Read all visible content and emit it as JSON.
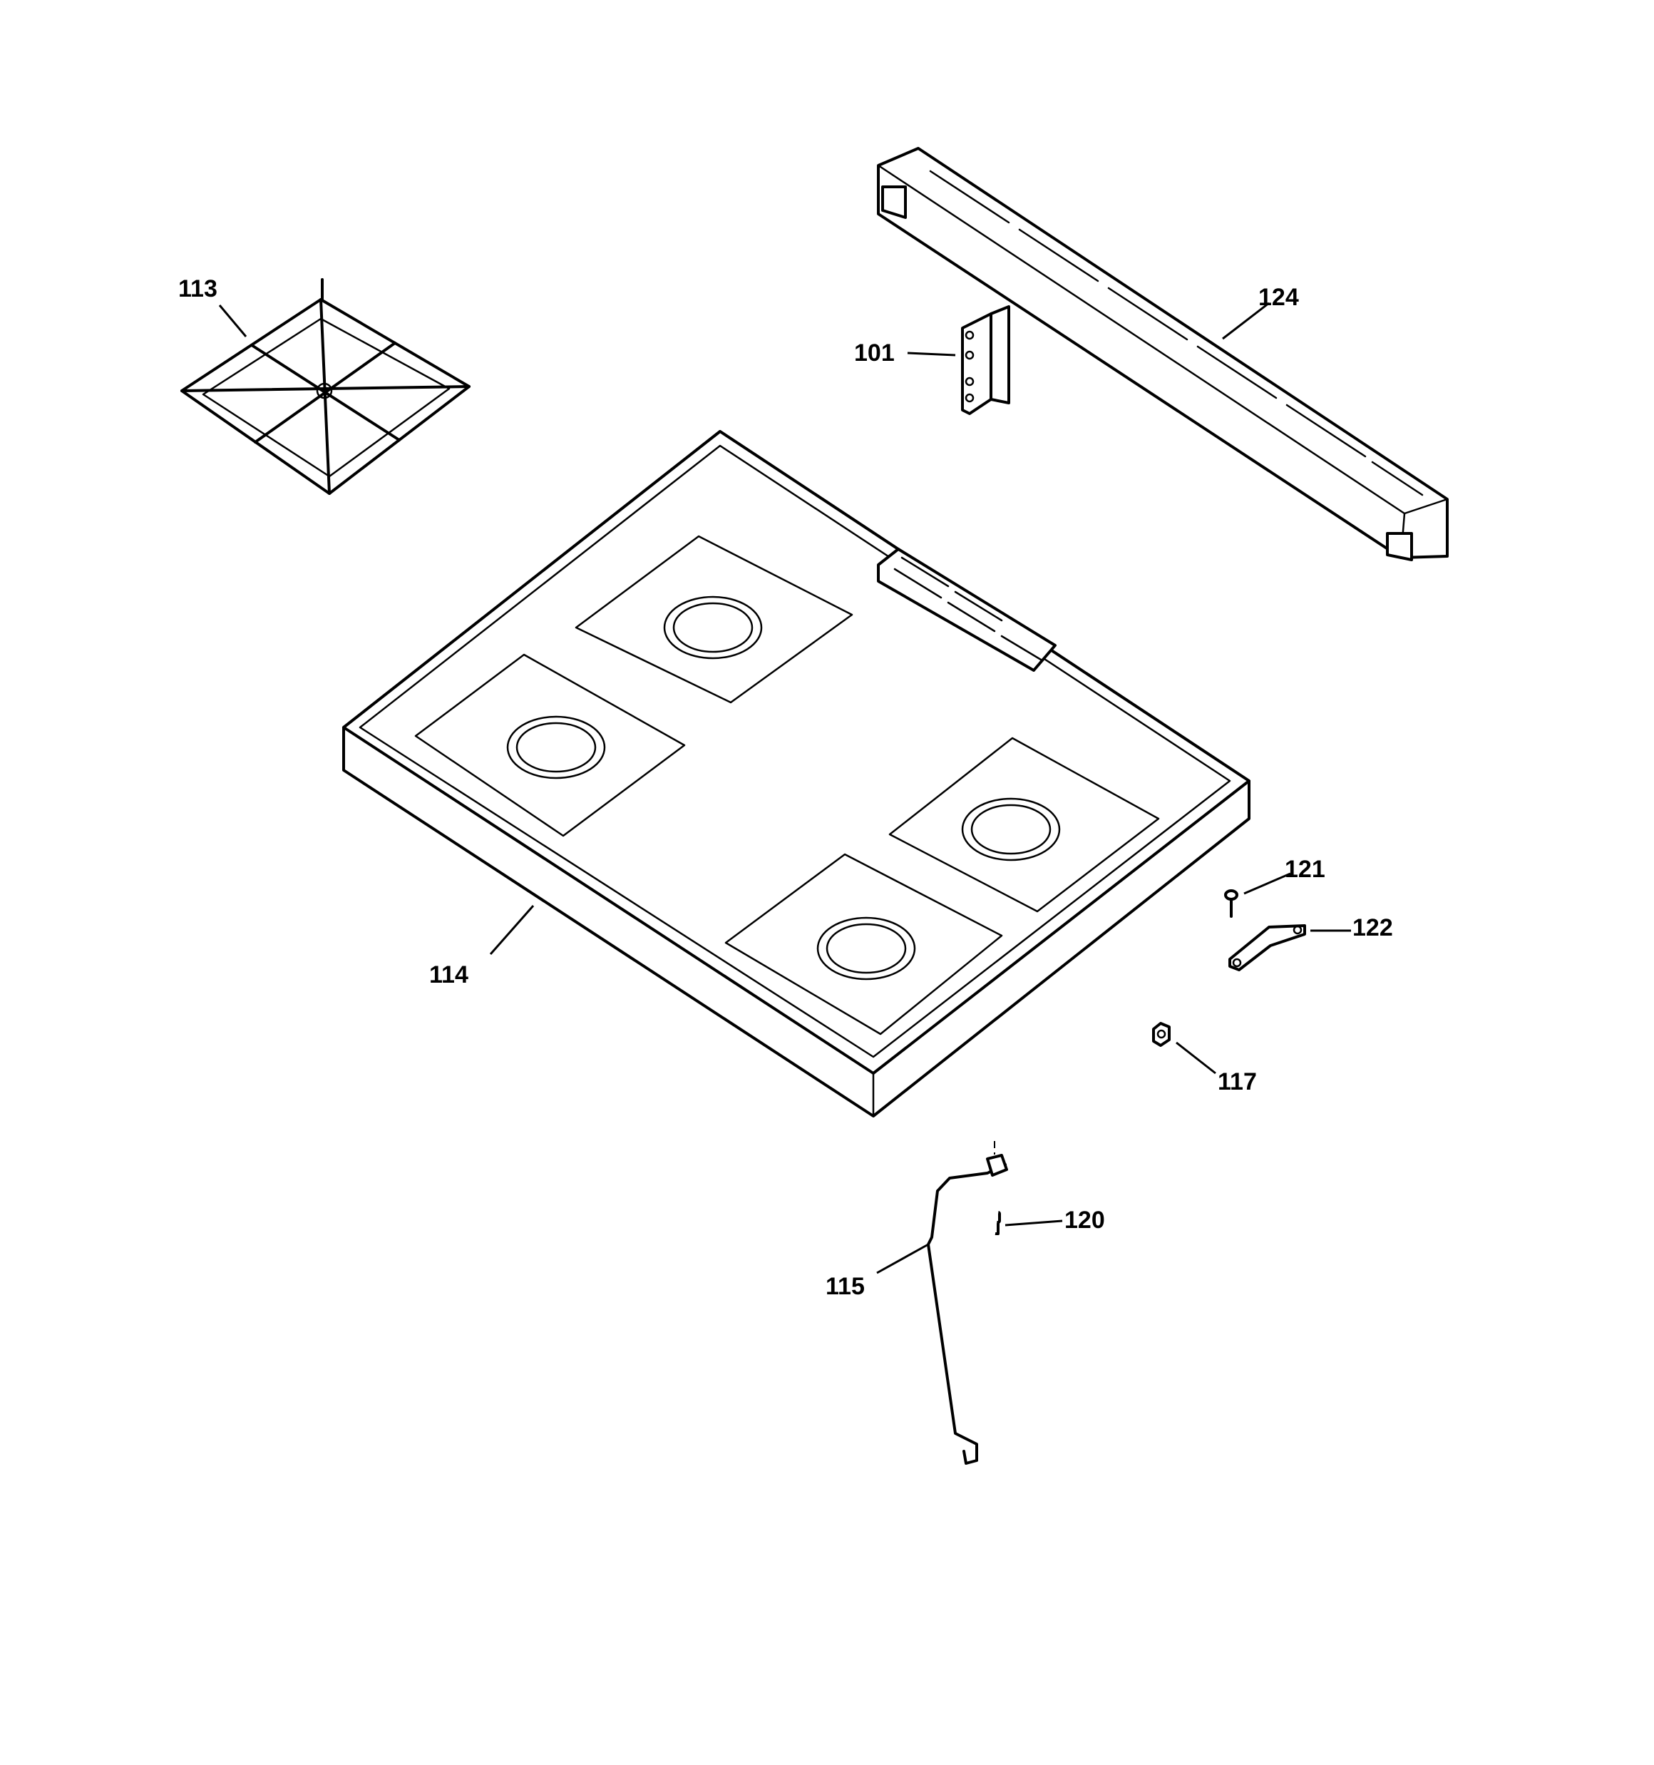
{
  "diagram": {
    "callouts": {
      "p113": "113",
      "p101": "101",
      "p124": "124",
      "p114": "114",
      "p121": "121",
      "p122": "122",
      "p117": "117",
      "p120": "120",
      "p115": "115"
    }
  }
}
